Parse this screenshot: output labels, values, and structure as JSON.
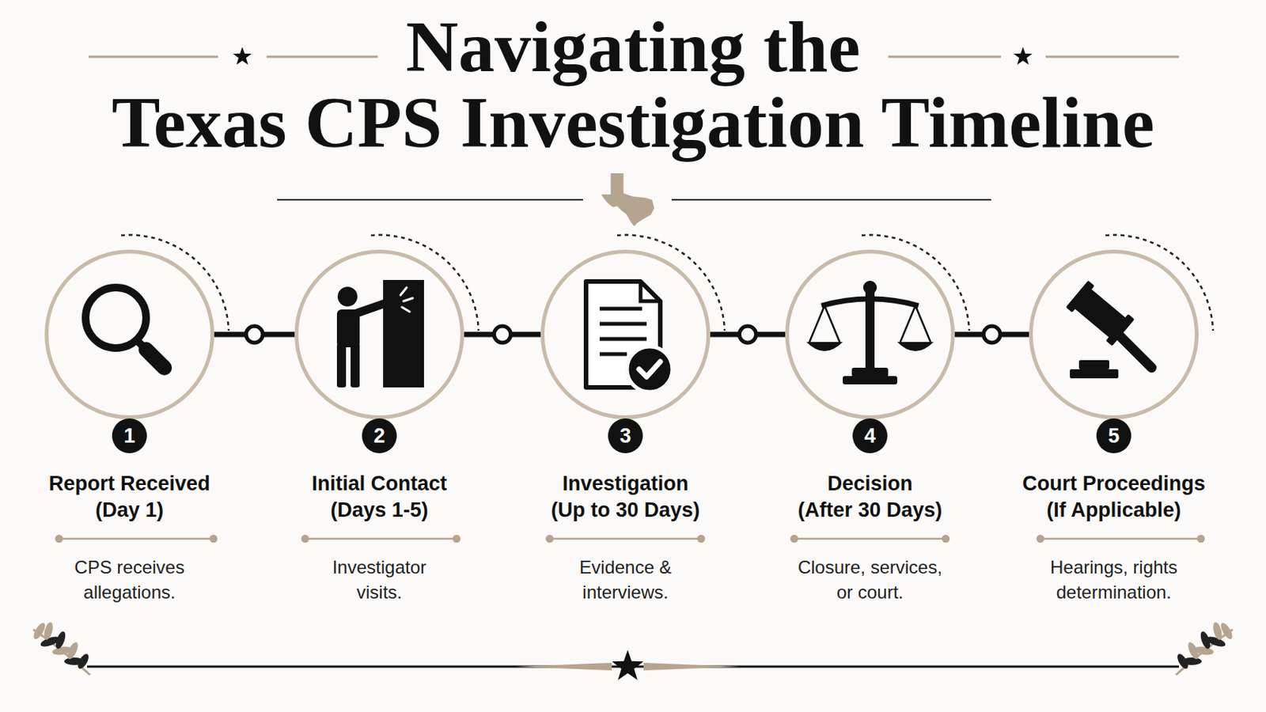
{
  "diagram": {
    "title": "Navigating the Texas CPS Investigation Timeline",
    "nodes": [
      {
        "text": [
          "1",
          "Report Received (Day 1)",
          "CPS receives allegations."
        ]
      },
      {
        "text": [
          "2",
          "Initial Contact (Days 1-5)",
          "Investigator visits."
        ]
      },
      {
        "text": [
          "3",
          "Investigation (Up to 30 Days)",
          "Evidence & interviews."
        ]
      },
      {
        "text": [
          "4",
          "Decision (After 30 Days)",
          "Closure, services, or court."
        ]
      },
      {
        "text": [
          "5",
          "Court Proceedings (If Applicable)",
          "Hearings, rights determination."
        ]
      }
    ],
    "edges": [
      {
        "from": 0,
        "to": 1,
        "arrow": "none"
      },
      {
        "from": 1,
        "to": 2,
        "arrow": "none"
      },
      {
        "from": 2,
        "to": 3,
        "arrow": "none"
      },
      {
        "from": 3,
        "to": 4,
        "arrow": "none"
      }
    ]
  }
}
